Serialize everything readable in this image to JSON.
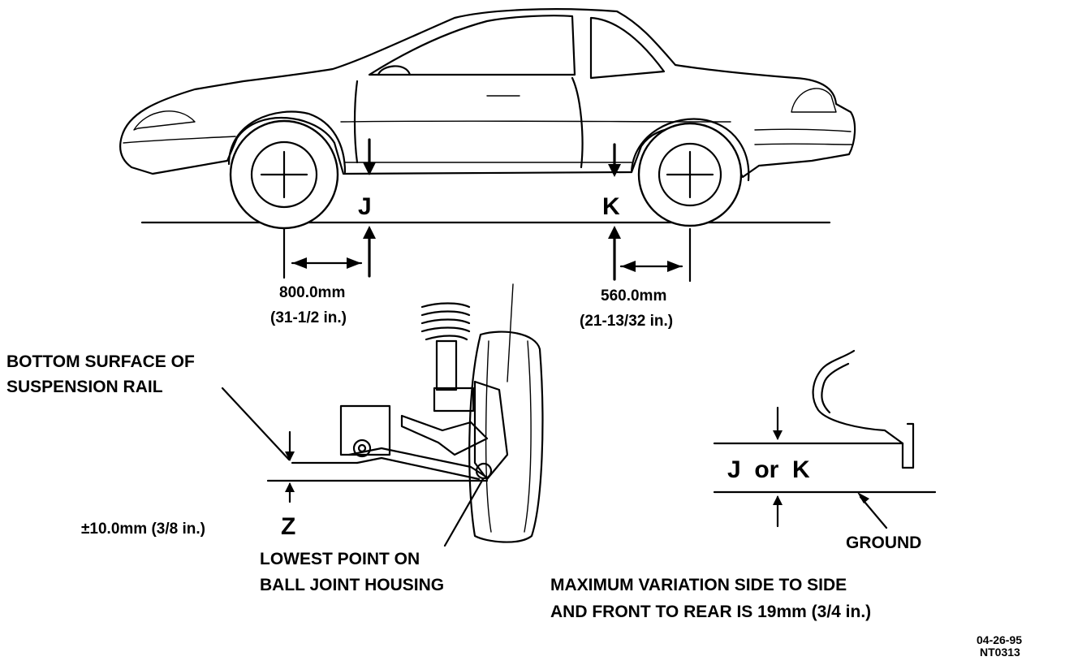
{
  "labels": {
    "point_j": "J",
    "point_k": "K",
    "front_dim_mm": "800.0mm",
    "front_dim_in": "(31-1/2 in.)",
    "rear_dim_mm": "560.0mm",
    "rear_dim_in": "(21-13/32 in.)",
    "rail_line1": "BOTTOM SURFACE OF",
    "rail_line2": "SUSPENSION RAIL",
    "tolerance": "±10.0mm  (3/8 in.)",
    "z_label": "Z",
    "ball_line1": "LOWEST POINT ON",
    "ball_line2": "BALL JOINT HOUSING",
    "j_or_k": "J  or  K",
    "ground": "GROUND",
    "variation_line1": "MAXIMUM VARIATION SIDE TO SIDE",
    "variation_line2": "AND FRONT TO REAR IS 19mm (3/4 in.)",
    "date_code": "04-26-95",
    "figure_code": "NT0313"
  }
}
